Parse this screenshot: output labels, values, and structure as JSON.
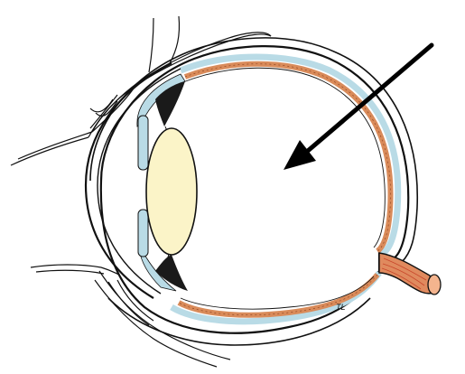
{
  "diagram": {
    "signature": "TL",
    "colors": {
      "outline": "#111111",
      "retina": "#d98b5a",
      "fluid": "#b9dbe6",
      "lens": "#fbf4c8",
      "muscle": "#c8452a",
      "nerve": "#e08a5e",
      "background": "#ffffff"
    },
    "parts": [
      "upper-eyelid",
      "lower-eyelid",
      "cornea",
      "iris",
      "lens",
      "ciliary-body",
      "sclera",
      "choroid",
      "retina",
      "vitreous-body",
      "optic-nerve",
      "pointer-arrow"
    ]
  }
}
